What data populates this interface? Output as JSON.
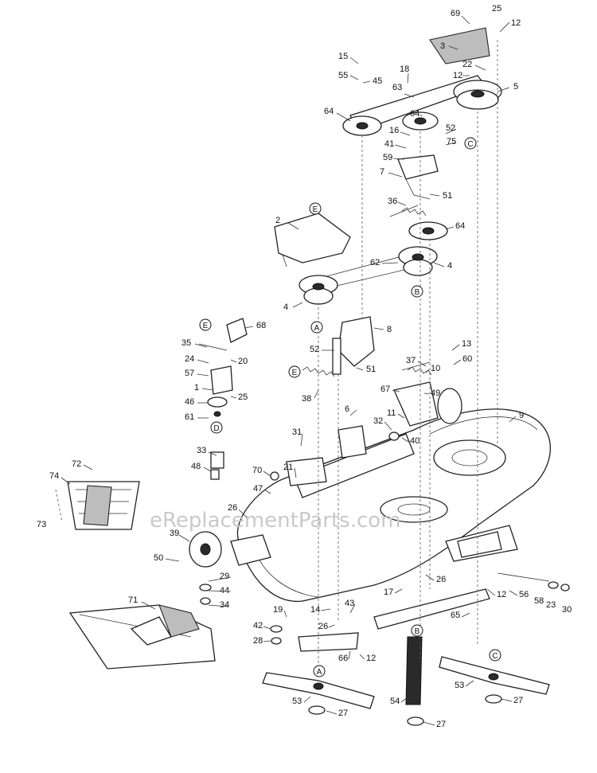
{
  "watermark": "eReplacementParts.com",
  "callouts": [
    "A",
    "B",
    "C",
    "D",
    "E"
  ],
  "part_numbers": [
    "1",
    "2",
    "3",
    "4",
    "5",
    "6",
    "7",
    "8",
    "9",
    "10",
    "11",
    "12",
    "13",
    "14",
    "15",
    "16",
    "17",
    "18",
    "19",
    "20",
    "21",
    "22",
    "23",
    "24",
    "25",
    "26",
    "27",
    "28",
    "29",
    "30",
    "31",
    "32",
    "33",
    "34",
    "35",
    "36",
    "37",
    "38",
    "39",
    "40",
    "41",
    "42",
    "43",
    "44",
    "45",
    "46",
    "47",
    "48",
    "49",
    "50",
    "51",
    "52",
    "53",
    "54",
    "55",
    "56",
    "57",
    "58",
    "59",
    "60",
    "61",
    "62",
    "63",
    "64",
    "65",
    "66",
    "67",
    "68",
    "69",
    "70",
    "71",
    "72",
    "73",
    "74",
    "75"
  ],
  "colors": {
    "ink": "#111111",
    "watermark": "#c9c9c9",
    "background": "#ffffff"
  }
}
